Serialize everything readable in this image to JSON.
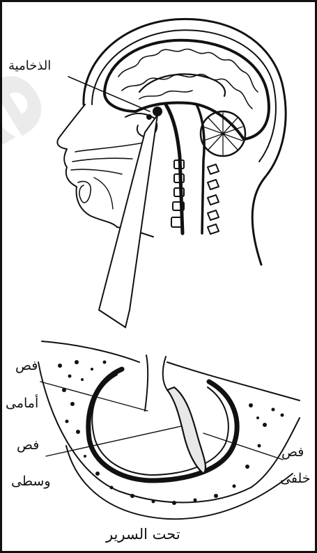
{
  "labels": {
    "pituitary": "الذخامية",
    "anterior_lobe_line1": "فص",
    "anterior_lobe_line2": "أمامى",
    "middle_lobe_line1": "فص",
    "middle_lobe_line2": "وسطى",
    "posterior_lobe_line1": "فص",
    "posterior_lobe_line2": "خلفى",
    "hypothalamus": "تحت السرير"
  },
  "watermark": "e"
}
